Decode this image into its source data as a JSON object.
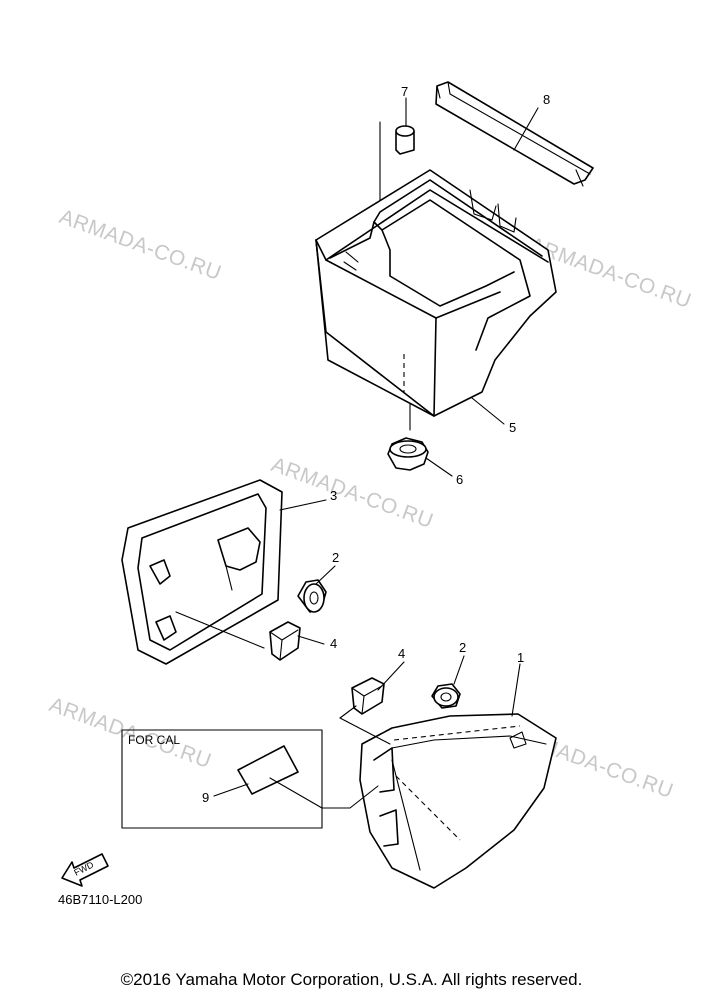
{
  "watermark": "ARMADA-CO.RU",
  "callouts": {
    "p1": "1",
    "p2a": "2",
    "p2b": "2",
    "p3": "3",
    "p4a": "4",
    "p4b": "4",
    "p5": "5",
    "p6": "6",
    "p7": "7",
    "p8": "8",
    "p9": "9"
  },
  "inset_label": "FOR CAL",
  "fwd_label": "FWD",
  "diagram_code": "46B7110-L200",
  "copyright": "©2016 Yamaha Motor Corporation, U.S.A. All rights reserved."
}
